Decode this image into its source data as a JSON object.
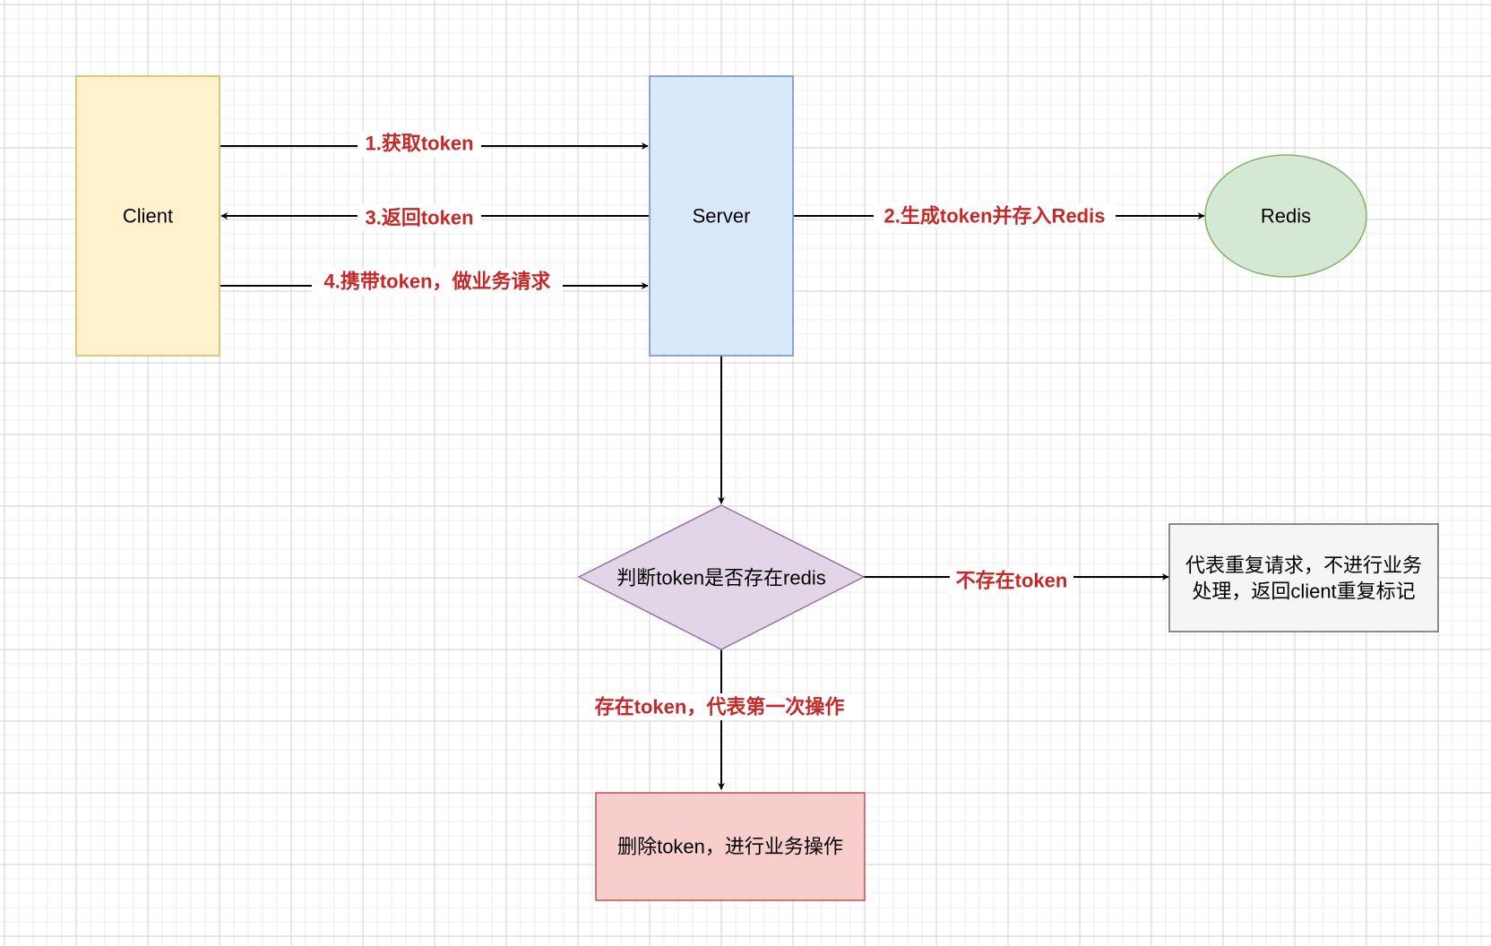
{
  "colors": {
    "edge_label": "#c62828",
    "grid_line": "#dedede",
    "grid_major": "#d2d2d2",
    "edge": "#000000"
  },
  "nodes": {
    "client": {
      "label": "Client",
      "fill": "#fff2cc",
      "stroke": "#d6b656"
    },
    "server": {
      "label": "Server",
      "fill": "#dae8fc",
      "stroke": "#6c8ebf"
    },
    "redis": {
      "label": "Redis",
      "fill": "#d5e8d4",
      "stroke": "#82b366"
    },
    "decision": {
      "label": "判断token是否存在redis",
      "fill": "#e1d5e7",
      "stroke": "#9673a6"
    },
    "duplicate": {
      "label_line1": "代表重复请求，不进行业务",
      "label_line2": "处理，返回client重复标记",
      "fill": "#f5f5f5",
      "stroke": "#666666"
    },
    "delete": {
      "label": "删除token，进行业务操作",
      "fill": "#f8cecc",
      "stroke": "#b85450"
    }
  },
  "edges": {
    "get_token": {
      "label": "1.获取token"
    },
    "return_token": {
      "label": "3.返回token"
    },
    "carry_token": {
      "label": "4.携带token，做业务请求"
    },
    "gen_token": {
      "label": "2.生成token并存入Redis"
    },
    "not_exist": {
      "label": "不存在token"
    },
    "exist": {
      "label": "存在token，代表第一次操作"
    }
  }
}
